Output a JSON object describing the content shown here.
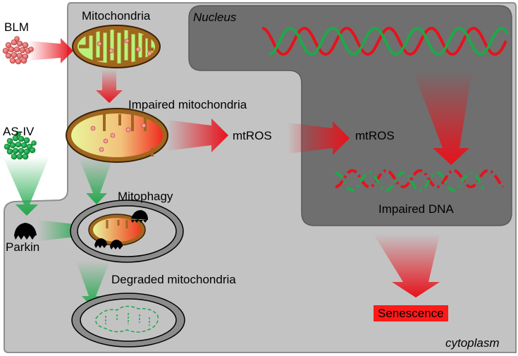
{
  "labels": {
    "blm": "BLM",
    "as_iv": "AS-IV",
    "parkin": "Parkin",
    "mitochondria": "Mitochondria",
    "impaired_mito": "Impaired mitochondria",
    "mitophagy": "Mitophagy",
    "degraded_mito": "Degraded mitochondria",
    "mtros_cyto": "mtROS",
    "mtros_nuc": "mtROS",
    "nucleus": "Nucleus",
    "impaired_dna": "Impaired DNA",
    "senescence": "Senescence",
    "cytoplasm": "cytoplasm"
  },
  "colors": {
    "cell": "#c3c3c3",
    "nucleus": "#6f6f6f",
    "red": "#e8111b",
    "green": "#1fa84a",
    "senescence_box": "#ff1a1a"
  }
}
